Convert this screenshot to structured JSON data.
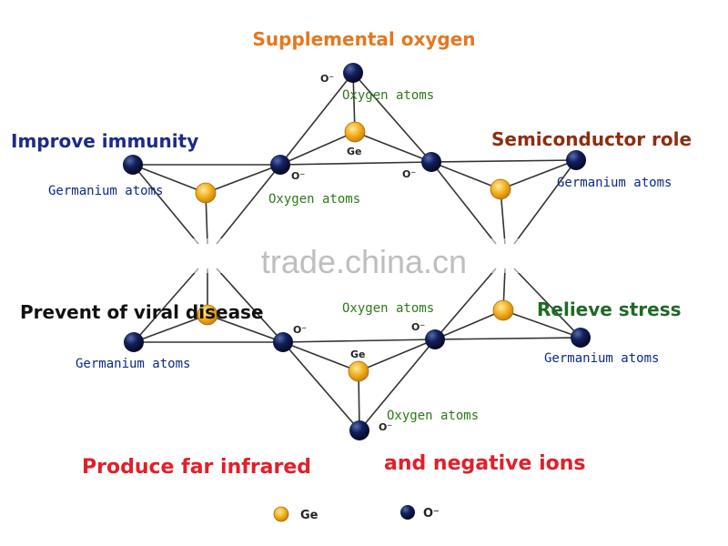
{
  "benefits": {
    "supplemental_oxygen": "Supplemental   oxygen",
    "improve_immunity": "Improve   immunity",
    "semiconductor_role": "Semiconductor   role",
    "prevent_viral": "Prevent   of   viral   disease",
    "relieve_stress": "Relieve   stress",
    "far_infrared_1": "Produce   far   infrared",
    "far_infrared_2": "and   negative   ions"
  },
  "atom_labels": {
    "oxygen_atoms": "Oxygen atoms",
    "germanium_atoms": "Germanium atoms",
    "ge": "Ge",
    "o_minus": "O⁻"
  },
  "watermark": "trade.china.cn",
  "legend": {
    "ge": "Ge",
    "o": "O⁻"
  },
  "colors": {
    "orange": "#e8761e",
    "navy": "#1c2a8c",
    "brown": "#8c2f10",
    "green": "#1e6a24",
    "red": "#e0202a",
    "ge_fill": "#f4b21f",
    "o_fill": "#0c1650",
    "mono_text": "#0a2a8a",
    "oxy_text": "#2c7a18"
  }
}
